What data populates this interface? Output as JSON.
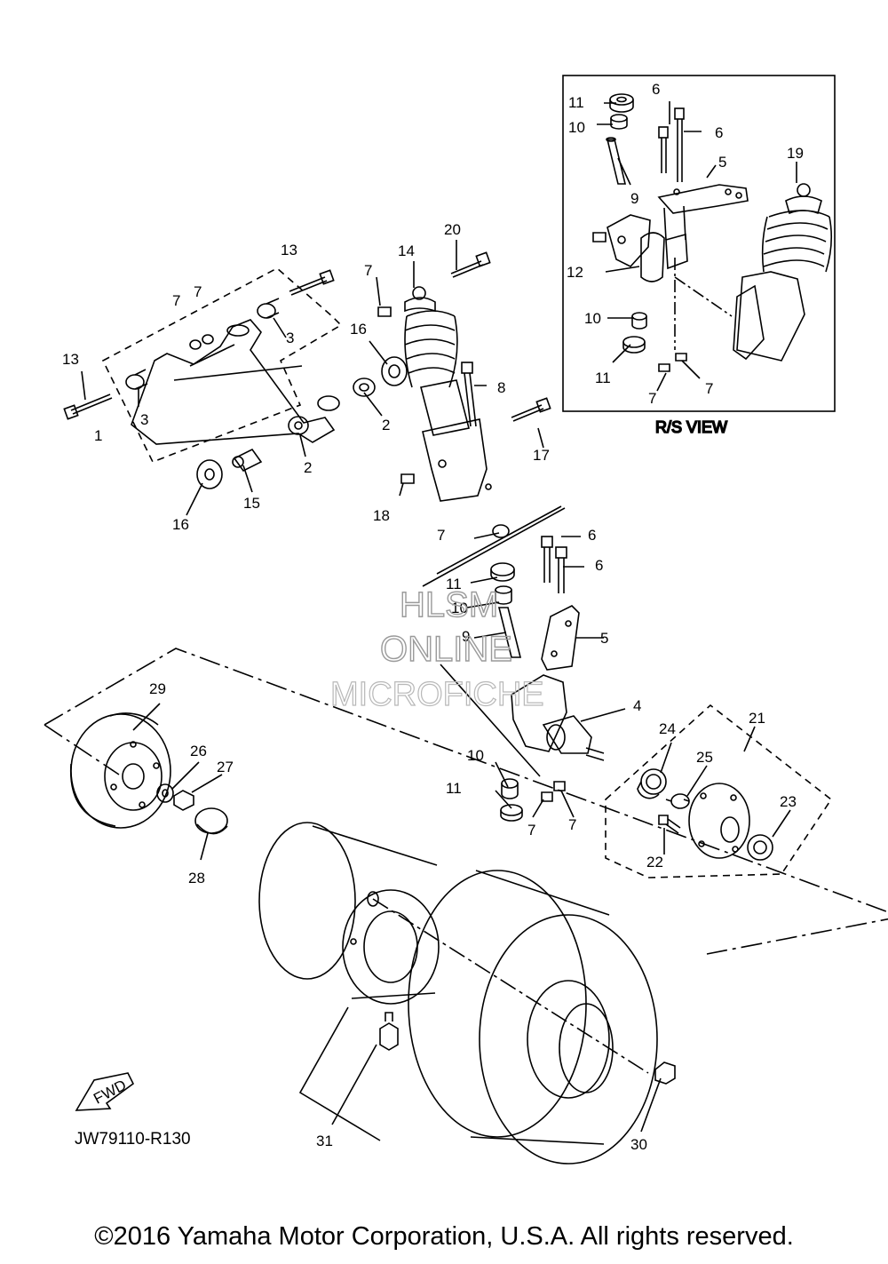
{
  "diagram": {
    "drawing_code": "JW79110-R130",
    "inset_label": "R/S VIEW",
    "fwd_label": "FWD",
    "watermark": [
      "HLSM",
      "ONLINE",
      "MICROFICHE"
    ],
    "copyright": "©2016 Yamaha Motor Corporation, U.S.A. All rights reserved.",
    "callouts": [
      {
        "id": "c1",
        "text": "1"
      },
      {
        "id": "c2a",
        "text": "2"
      },
      {
        "id": "c2b",
        "text": "2"
      },
      {
        "id": "c3a",
        "text": "3"
      },
      {
        "id": "c3b",
        "text": "3"
      },
      {
        "id": "c4",
        "text": "4"
      },
      {
        "id": "c5a",
        "text": "5"
      },
      {
        "id": "c5b",
        "text": "5"
      },
      {
        "id": "c6a",
        "text": "6"
      },
      {
        "id": "c6b",
        "text": "6"
      },
      {
        "id": "c6c",
        "text": "6"
      },
      {
        "id": "c6d",
        "text": "6"
      },
      {
        "id": "c7a",
        "text": "7"
      },
      {
        "id": "c7b",
        "text": "7"
      },
      {
        "id": "c7c",
        "text": "7"
      },
      {
        "id": "c7d",
        "text": "7"
      },
      {
        "id": "c7e",
        "text": "7"
      },
      {
        "id": "c7f",
        "text": "7"
      },
      {
        "id": "c7g",
        "text": "7"
      },
      {
        "id": "c7h",
        "text": "7"
      },
      {
        "id": "c8",
        "text": "8"
      },
      {
        "id": "c9a",
        "text": "9"
      },
      {
        "id": "c9b",
        "text": "9"
      },
      {
        "id": "c10a",
        "text": "10"
      },
      {
        "id": "c10b",
        "text": "10"
      },
      {
        "id": "c10c",
        "text": "10"
      },
      {
        "id": "c10d",
        "text": "10"
      },
      {
        "id": "c11a",
        "text": "11"
      },
      {
        "id": "c11b",
        "text": "11"
      },
      {
        "id": "c11c",
        "text": "11"
      },
      {
        "id": "c11d",
        "text": "11"
      },
      {
        "id": "c12",
        "text": "12"
      },
      {
        "id": "c13a",
        "text": "13"
      },
      {
        "id": "c13b",
        "text": "13"
      },
      {
        "id": "c14",
        "text": "14"
      },
      {
        "id": "c15",
        "text": "15"
      },
      {
        "id": "c16a",
        "text": "16"
      },
      {
        "id": "c16b",
        "text": "16"
      },
      {
        "id": "c17",
        "text": "17"
      },
      {
        "id": "c18",
        "text": "18"
      },
      {
        "id": "c19",
        "text": "19"
      },
      {
        "id": "c20",
        "text": "20"
      },
      {
        "id": "c21",
        "text": "21"
      },
      {
        "id": "c22",
        "text": "22"
      },
      {
        "id": "c23",
        "text": "23"
      },
      {
        "id": "c24",
        "text": "24"
      },
      {
        "id": "c25",
        "text": "25"
      },
      {
        "id": "c26",
        "text": "26"
      },
      {
        "id": "c27",
        "text": "27"
      },
      {
        "id": "c28",
        "text": "28"
      },
      {
        "id": "c29",
        "text": "29"
      },
      {
        "id": "c30",
        "text": "30"
      },
      {
        "id": "c31",
        "text": "31"
      }
    ]
  }
}
